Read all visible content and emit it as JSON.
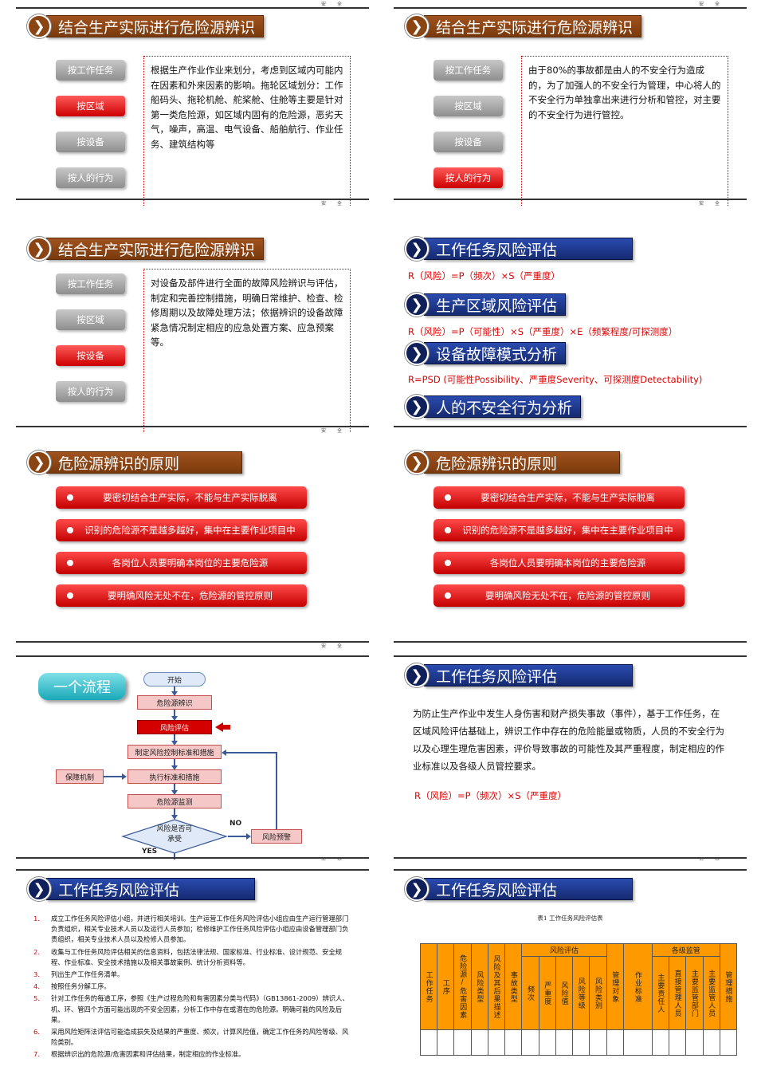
{
  "footer_logo": "安  全",
  "s1": {
    "title": "结合生产实际进行危险源辨识",
    "buttons": [
      "按工作任务",
      "按区域",
      "按设备",
      "按人的行为"
    ],
    "text": "根据生产作业作业来划分，考虑到区域内可能内在因素和外来因素的影响。拖轮区域划分：工作船码头、拖轮机舱、舵桨舱、住舱等主要是针对第一类危险源，如区域内固有的危险源，恶劣天气，噪声，高温、电气设备、船舶航行、作业任务、建筑结构等"
  },
  "s2": {
    "title": "结合生产实际进行危险源辨识",
    "buttons": [
      "按工作任务",
      "按区域",
      "按设备",
      "按人的行为"
    ],
    "text": "由于80%的事故都是由人的不安全行为造成的，为了加强人的不安全行为管理，中心将人的不安全行为单独拿出来进行分析和管控，对主要的不安全行为进行管控。"
  },
  "s3": {
    "title": "结合生产实际进行危险源辨识",
    "buttons": [
      "按工作任务",
      "按区域",
      "按设备",
      "按人的行为"
    ],
    "text": "对设备及部件进行全面的故障风险辨识与评估，制定和完善控制措施，明确日常维护、检查、检修周期以及故障处理方法；依据辨识的设备故障紧急情况制定相应的应急处置方案、应急预案等。"
  },
  "s4": {
    "h1": "工作任务风险评估",
    "f1": "R（风险）=P（频次）×S（严重度）",
    "h2": "生产区域风险评估",
    "f2": "R（风险）=P（可能性）×S（严重度）×E（频繁程度/可探测度）",
    "h3": "设备故障模式分析",
    "f3": "R=PSD (可能性Possibility、严重度Severity、可探测度Detectability)",
    "h4": "人的不安全行为分析"
  },
  "s5": {
    "title": "危险源辨识的原则",
    "items": [
      "要密切结合生产实际，不能与生产实际脱离",
      "识别的危险源不是越多越好，集中在主要作业项目中",
      "各岗位人员要明确本岗位的主要危险源",
      "要明确风险无处不在，危险源的管控原则"
    ]
  },
  "s6": {
    "title": "危险源辨识的原则",
    "items": [
      "要密切结合生产实际，不能与生产实际脱离",
      "识别的危险源不是越多越好，集中在主要作业项目中",
      "各岗位人员要明确本岗位的主要危险源",
      "要明确风险无处不在，危险源的管控原则"
    ]
  },
  "s7": {
    "tag": "一个流程",
    "start": "开始",
    "step1": "危险源辨识",
    "step2": "风险评估",
    "step3": "制定风险控制标准和措施",
    "step4": "执行标准和措施",
    "step5": "危险源监测",
    "decision": "风险是否可承受",
    "side_left": "保障机制",
    "side_right": "风险预警",
    "no": "NO",
    "yes": "YES"
  },
  "s8": {
    "title": "工作任务风险评估",
    "text": "为防止生产作业中发生人身伤害和财产损失事故（事件），基于工作任务，在区域风险评估基础上，辨识工作中存在的危险能量或物质，人员的不安全行为以及心理生理危害因素，评价导致事故的可能性及其严重程度，制定相应的作业标准以及各级人员管控要求。",
    "formula": "R（风险）=P（频次）×S（严重度）"
  },
  "s9": {
    "title": "工作任务风险评估",
    "items": [
      {
        "n": "1.",
        "t": "成立工作任务风险评估小组，并进行相关培训。生产运营工作任务风险评估小组应由生产运行管理部门负责组织，相关专业技术人员以及运行人员参加；检修维护工作任务风险评估小组应由设备管理部门负责组织，相关专业技术人员以及检修人员参加。"
      },
      {
        "n": "2.",
        "t": "收集与工作任务风险评估相关的信息资料，包括法律法规、国家标准、行业标准、设计规范、安全规程、作业标准、安全技术措施以及相关事故案例、统计分析资料等。"
      },
      {
        "n": "3.",
        "t": "列出生产工作任务清单。"
      },
      {
        "n": "4.",
        "t": "按照任务分解工序。"
      },
      {
        "n": "5.",
        "t": "针对工作任务的每道工序，参照《生产过程危险和有害因素分类与代码》（GB13861-2009）辨识人、机、环、管四个方面可能出现的不安全因素，分析工作中存在或潜在的危险源。明确可能的风险及后果。"
      },
      {
        "n": "6.",
        "t": "采用风险矩阵法评估可能造成损失及结果的严重度、频次，计算风险值，确定工作任务的风险等级、风险类别。"
      },
      {
        "n": "7.",
        "t": "根据辨识出的危险源/危害因素和评估结果，制定相应的作业标准。"
      }
    ]
  },
  "s10": {
    "title": "工作任务风险评估",
    "caption": "表1  工作任务风险评估表",
    "group1": "风险评估",
    "group2": "各级监管",
    "cols": [
      "工作任务",
      "工序",
      "危险源/危害因素",
      "风险类型",
      "风险及其后果描述",
      "事故类型",
      "频次",
      "严重度",
      "风险值",
      "风险等级",
      "风险类别",
      "管理对象",
      "作业标准",
      "主要责任人",
      "直接管理人员",
      "主要监管部门",
      "主要监管人员",
      "管理措施"
    ]
  }
}
